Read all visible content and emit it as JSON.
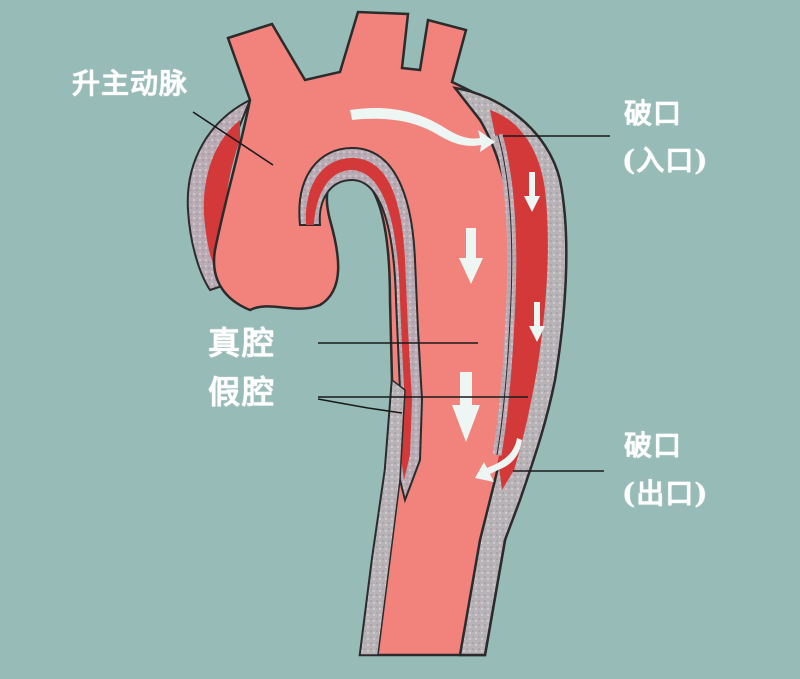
{
  "diagram": {
    "subject": "Aortic dissection",
    "background_color": "#97bbb7",
    "colors": {
      "true_lumen": "#f2827c",
      "false_lumen": "#d4393a",
      "vessel_wall": "#b9a9b3",
      "outline": "#2b2b2b",
      "flow_arrow": "#eef6f4",
      "label_text": "#ffffff"
    },
    "labels": {
      "ascending_aorta": "升主动脉",
      "true_lumen": "真腔",
      "false_lumen": "假腔",
      "entry_tear_title": "破口",
      "entry_tear_sub": "(入口)",
      "exit_tear_title": "破口",
      "exit_tear_sub": "(出口)"
    },
    "flow_arrows": [
      {
        "id": "arch-flow-into-entry",
        "direction": "right-curve"
      },
      {
        "id": "true-lumen-down-1",
        "direction": "down"
      },
      {
        "id": "true-lumen-down-2",
        "direction": "down"
      },
      {
        "id": "false-lumen-down-1",
        "direction": "down"
      },
      {
        "id": "false-lumen-down-2",
        "direction": "down"
      },
      {
        "id": "exit-flow-back",
        "direction": "down-left-curve"
      }
    ]
  }
}
